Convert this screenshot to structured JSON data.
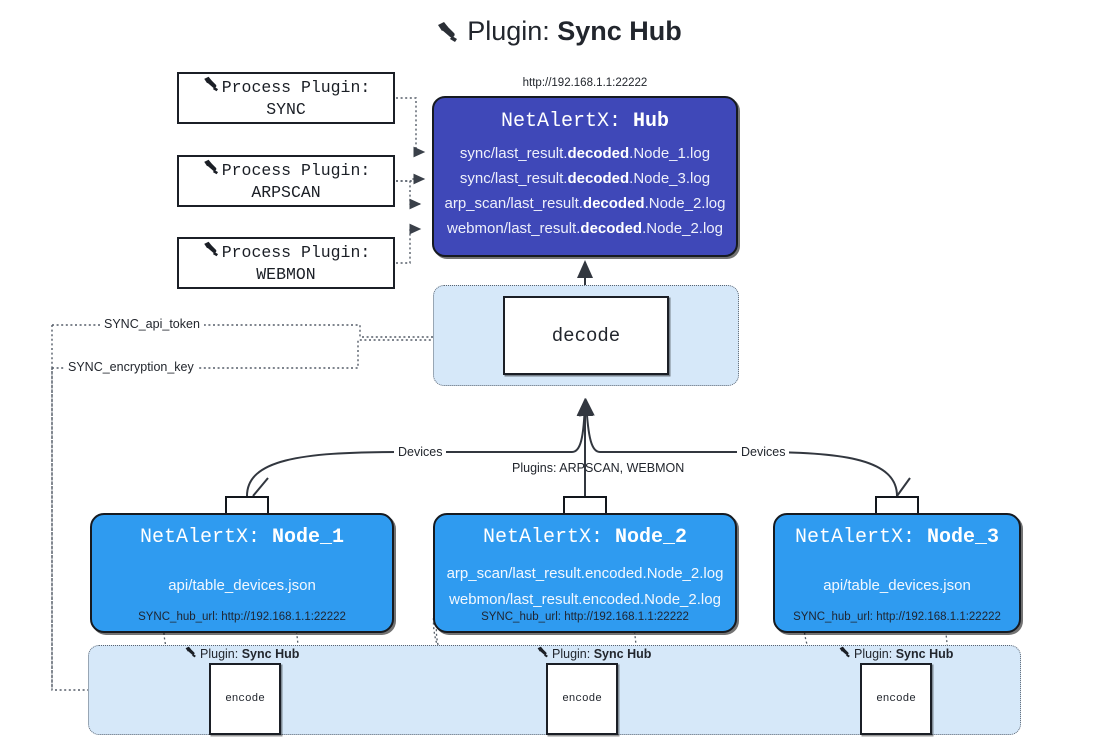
{
  "title": {
    "icon": "plug-icon",
    "prefix": "Plugin:",
    "name": "Sync Hub"
  },
  "process_plugins": [
    {
      "icon": "plug-icon",
      "line1": "Process Plugin:",
      "line2": "SYNC"
    },
    {
      "icon": "plug-icon",
      "line1": "Process Plugin:",
      "line2": "ARPSCAN"
    },
    {
      "icon": "plug-icon",
      "line1": "Process Plugin:",
      "line2": "WEBMON"
    }
  ],
  "hub": {
    "url": "http://192.168.1.1:22222",
    "title_prefix": "NetAlertX:",
    "title_name": "Hub",
    "lines": [
      {
        "pre": "sync/last_result.",
        "mid": "decoded",
        "post": ".Node_1.log"
      },
      {
        "pre": "sync/last_result.",
        "mid": "decoded",
        "post": ".Node_3.log"
      },
      {
        "pre": "arp_scan/last_result.",
        "mid": "decoded",
        "post": ".Node_2.log"
      },
      {
        "pre": "webmon/last_result.",
        "mid": "decoded",
        "post": ".Node_2.log"
      }
    ]
  },
  "decode": {
    "label": "decode"
  },
  "settings_edges": [
    {
      "label": "SYNC_api_token"
    },
    {
      "label": "SYNC_encryption_key"
    }
  ],
  "flow_labels": {
    "devices_left": "Devices",
    "plugins_center": "Plugins: ARPSCAN, WEBMON",
    "devices_right": "Devices"
  },
  "nodes": [
    {
      "icon": "envelope-icon",
      "title_prefix": "NetAlertX:",
      "title_name": "Node_1",
      "subs": [
        "api/table_devices.json"
      ],
      "hub_url": "SYNC_hub_url: http://192.168.1.1:22222"
    },
    {
      "icon": "envelope-icon",
      "title_prefix": "NetAlertX:",
      "title_name": "Node_2",
      "subs": [
        "arp_scan/last_result.encoded.Node_2.log",
        "webmon/last_result.encoded.Node_2.log"
      ],
      "hub_url": "SYNC_hub_url: http://192.168.1.1:22222"
    },
    {
      "icon": "envelope-icon",
      "title_prefix": "NetAlertX:",
      "title_name": "Node_3",
      "subs": [
        "api/table_devices.json"
      ],
      "hub_url": "SYNC_hub_url: http://192.168.1.1:22222"
    }
  ],
  "encoders": [
    {
      "icon": "plug-icon",
      "label_prefix": "Plugin:",
      "label_name": "Sync Hub",
      "box": "encode"
    },
    {
      "icon": "plug-icon",
      "label_prefix": "Plugin:",
      "label_name": "Sync Hub",
      "box": "encode"
    },
    {
      "icon": "plug-icon",
      "label_prefix": "Plugin:",
      "label_name": "Sync Hub",
      "box": "encode"
    }
  ],
  "colors": {
    "hub_fill": "#3f48b8",
    "node_fill": "#2f9bf0",
    "container_fill": "#d6e8f9",
    "stroke": "#161a20",
    "dotted": "#5b6470"
  }
}
